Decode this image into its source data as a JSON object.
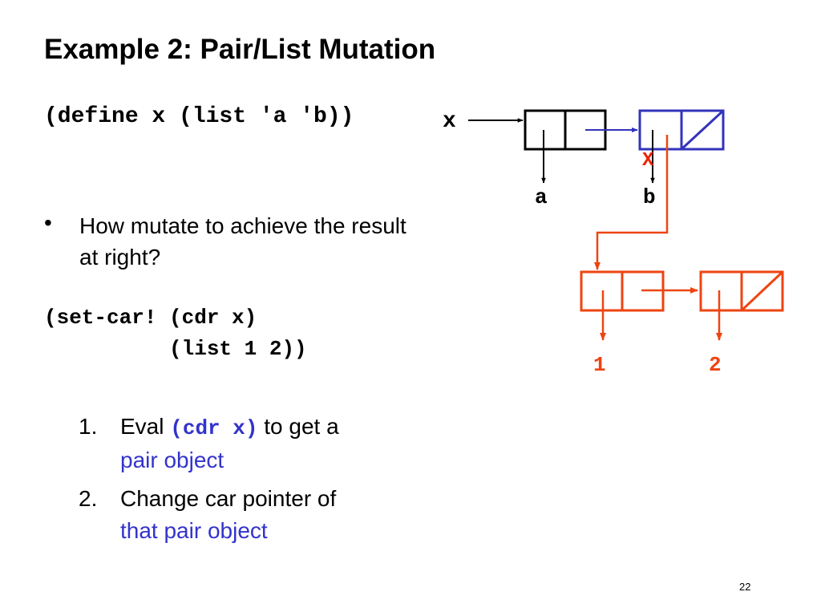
{
  "slide": {
    "title": "Example 2: Pair/List Mutation",
    "define_code": "(define x (list 'a 'b))",
    "bullet_symbol": "•",
    "bullet_text": "How mutate to achieve the result at right?",
    "setcar_line1": "(set-car! (cdr x)",
    "setcar_line2": "          (list 1 2))",
    "steps": [
      {
        "num": "1.",
        "pre": "Eval ",
        "code": "(cdr x)",
        "post": " to get a",
        "highlight": "pair object"
      },
      {
        "num": "2.",
        "pre": "Change car pointer of",
        "highlight": "that pair object"
      }
    ],
    "page_number": "22"
  },
  "diagram": {
    "var_label": "x",
    "old_list_symbols": [
      "a",
      "b"
    ],
    "removed_mark": "X",
    "new_list_values": [
      "1",
      "2"
    ],
    "colors": {
      "black": "#000000",
      "blue": "#3333bb",
      "orange": "#ee4411",
      "red": "#ee2200"
    }
  }
}
